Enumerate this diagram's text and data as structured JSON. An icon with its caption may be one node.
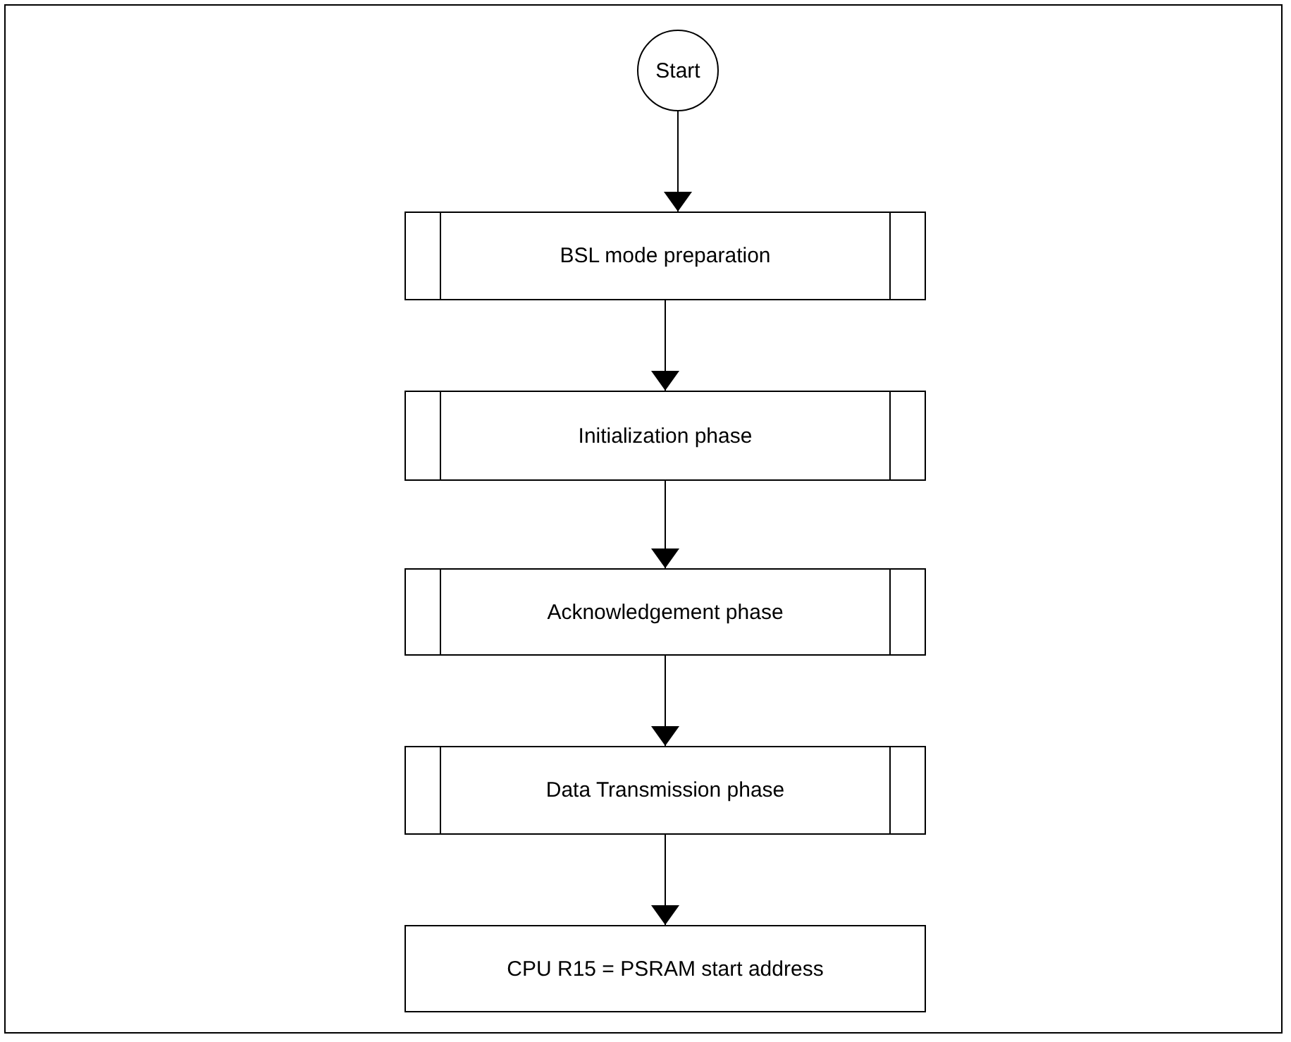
{
  "diagram": {
    "nodes": [
      {
        "text": [
          "Start"
        ]
      },
      {
        "text": [
          "BSL mode preparation"
        ]
      },
      {
        "text": [
          "Initialization phase"
        ]
      },
      {
        "text": [
          "Acknowledgement phase"
        ]
      },
      {
        "text": [
          "Data Transmission phase"
        ]
      },
      {
        "text": [
          "CPU R15 = PSRAM start address"
        ]
      }
    ],
    "edges": [
      {
        "from": 0,
        "to": 1,
        "arrow": "to"
      },
      {
        "from": 1,
        "to": 2,
        "arrow": "to"
      },
      {
        "from": 2,
        "to": 3,
        "arrow": "to"
      },
      {
        "from": 3,
        "to": 4,
        "arrow": "to"
      },
      {
        "from": 4,
        "to": 5,
        "arrow": "to"
      }
    ]
  }
}
